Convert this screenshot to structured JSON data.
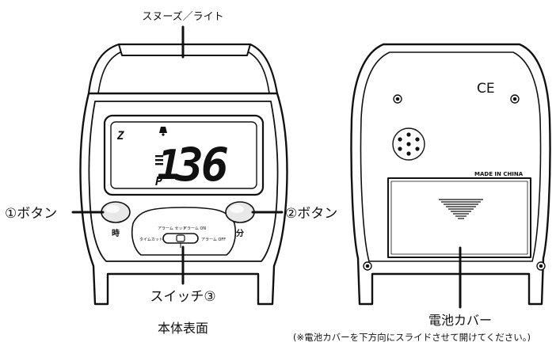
{
  "callouts": {
    "snooze_light": "スヌーズ／ライト",
    "button1": "①ボタン",
    "button2": "②ボタン",
    "switch3": "スイッチ③",
    "front_caption": "本体表面",
    "battery_cover": "電池カバー",
    "battery_note": "(※電池カバーを下方向にスライドさせて開けてください。)"
  },
  "front": {
    "button1_label": "時",
    "button2_label": "分",
    "switch_labels": {
      "alarm_set": "アラーム セット",
      "alarm_on": "アラーム ON",
      "alarm_off": "アラーム OFF",
      "timer": "タイムカット"
    },
    "lcd": {
      "z_indicator": "Z",
      "hour": "1",
      "minutes": "36",
      "pm_indicator": "P"
    }
  },
  "back": {
    "ce_mark": "CE",
    "made_in": "MADE IN CHINA"
  }
}
